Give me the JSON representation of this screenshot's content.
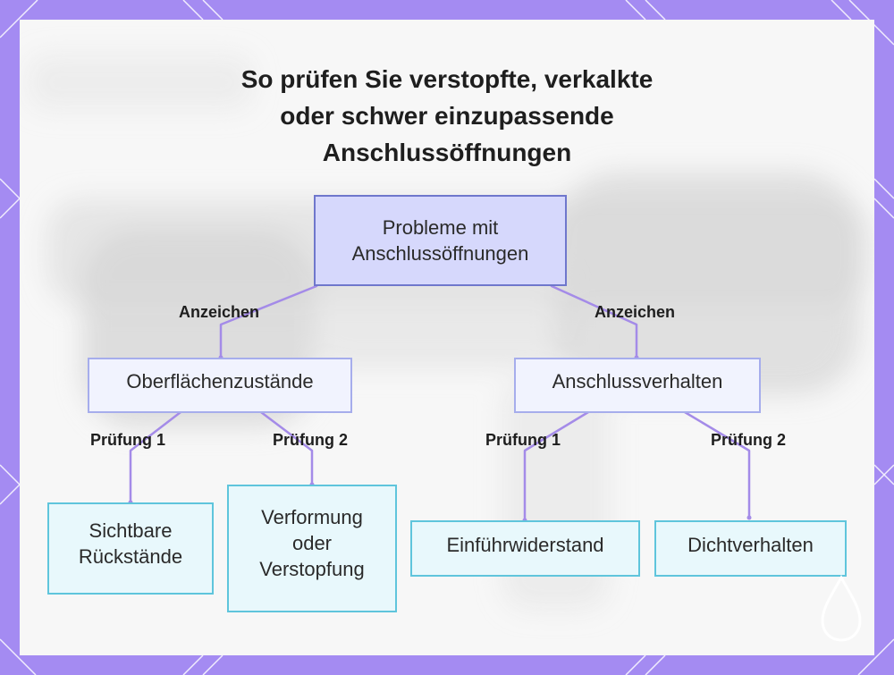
{
  "title": {
    "line1": "So prüfen Sie verstopfte, verkalkte",
    "line2": "oder schwer einzupassende",
    "line3": "Anschlussöffnungen"
  },
  "nodes": {
    "root": {
      "line1": "Probleme mit",
      "line2": "Anschlussöffnungen"
    },
    "left": {
      "label": "Oberflächenzustände"
    },
    "right": {
      "label": "Anschlussverhalten"
    },
    "leaf1": {
      "line1": "Sichtbare",
      "line2": "Rückstände"
    },
    "leaf2": {
      "line1": "Verformung",
      "line2": "oder",
      "line3": "Verstopfung"
    },
    "leaf3": {
      "label": "Einführwiderstand"
    },
    "leaf4": {
      "label": "Dichtverhalten"
    }
  },
  "edges": {
    "root_left": "Anzeichen",
    "root_right": "Anzeichen",
    "left_leaf1": "Prüfung 1",
    "left_leaf2": "Prüfung 2",
    "right_leaf3": "Prüfung 1",
    "right_leaf4": "Prüfung 2"
  },
  "colors": {
    "frame": "#a48bf2",
    "panel": "#f7f7f7",
    "root_fill": "#d6d8fc",
    "root_border": "#6f77cc",
    "mid_fill": "#f1f3fe",
    "mid_border": "#a6adec",
    "leaf_fill": "#e8f8fc",
    "leaf_border": "#5fc5dc",
    "connector": "#a48be8"
  }
}
